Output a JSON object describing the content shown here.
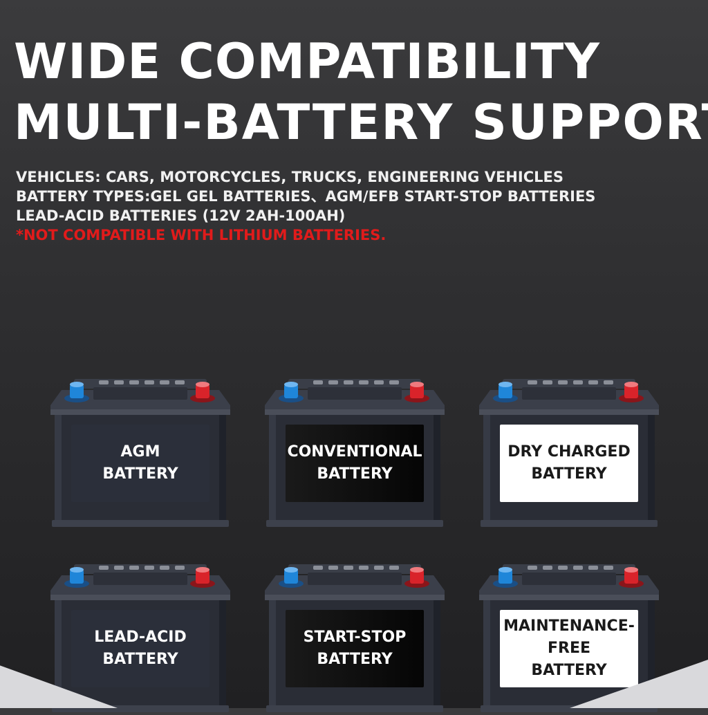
{
  "headline": {
    "line1": "WIDE COMPATIBILITY",
    "line2": "MULTI-BATTERY SUPPORT"
  },
  "specs": {
    "vehicles": "VEHICLES: CARS, MOTORCYCLES, TRUCKS, ENGINEERING VEHICLES",
    "battery_types": "BATTERY TYPES:GEL GEL BATTERIES、AGM/EFB START-STOP BATTERIES",
    "lead_acid": "LEAD-ACID BATTERIES (12V 2AH-100AH)",
    "warning": "*NOT COMPATIBLE WITH LITHIUM BATTERIES."
  },
  "batteries": [
    {
      "label": "AGM\nBATTERY",
      "panel": "dark"
    },
    {
      "label": "CONVENTIONAL\nBATTERY",
      "panel": "black"
    },
    {
      "label": "DRY CHARGED\nBATTERY",
      "panel": "white"
    },
    {
      "label": "LEAD-ACID\nBATTERY",
      "panel": "dark"
    },
    {
      "label": "START-STOP\nBATTERY",
      "panel": "black"
    },
    {
      "label": "MAINTENANCE-\nFREE\nBATTERY",
      "panel": "white"
    }
  ],
  "colors": {
    "warning_red": "#e11b1b",
    "terminal_negative": "#1f86d9",
    "terminal_positive": "#d9232a",
    "battery_body": "#2a2d36"
  },
  "icons": {
    "battery": "car-battery-icon",
    "negative_terminal": "negative-terminal-icon",
    "positive_terminal": "positive-terminal-icon"
  }
}
